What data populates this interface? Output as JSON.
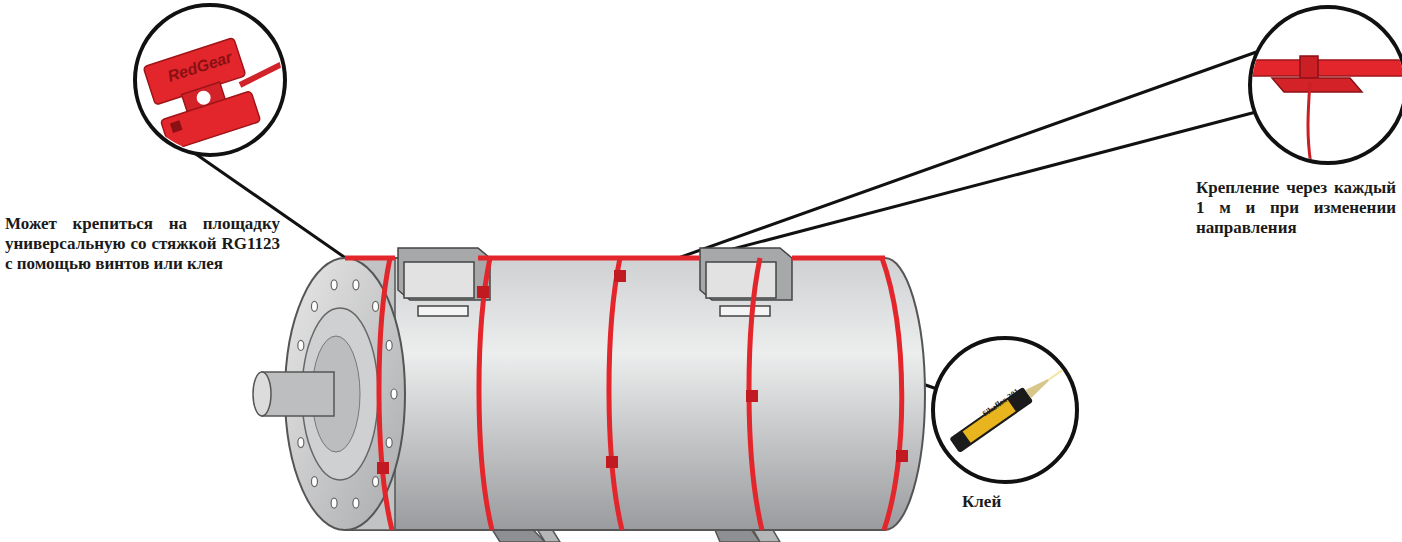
{
  "diagram": {
    "labels": [
      "Может крепиться на площадку универсальную со стяжкой RG1123 с помощью винтов или клея",
      "Крепление через каждый 1 м и при изменении направления",
      "Клей",
      "RedGear",
      "Sikaflex-201"
    ]
  }
}
